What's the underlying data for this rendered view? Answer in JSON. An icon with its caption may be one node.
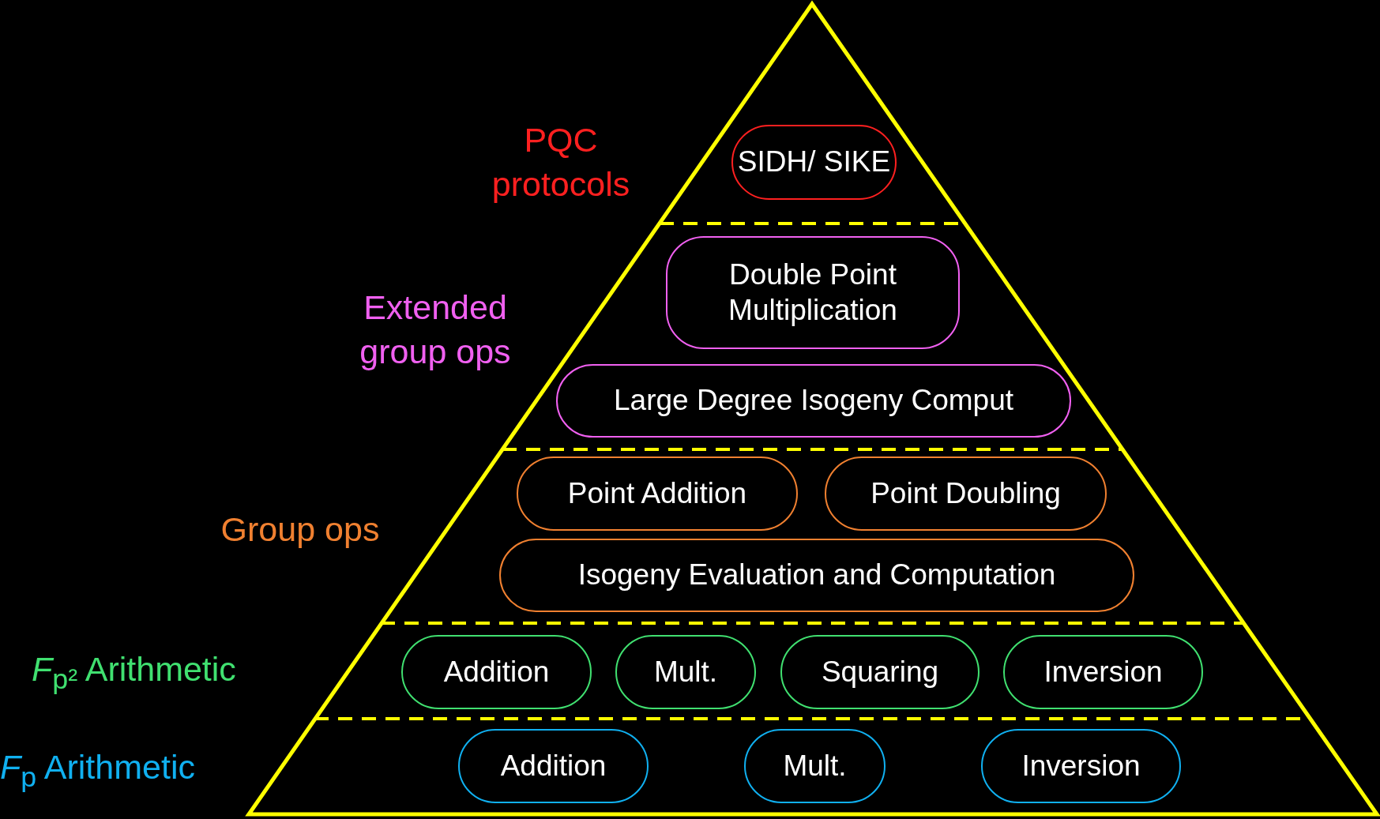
{
  "diagram": {
    "nodes": [
      {
        "text": [
          "SIDH/ SIKE"
        ]
      },
      {
        "text": [
          "Double Point Multiplication"
        ]
      },
      {
        "text": [
          "Large Degree Isogeny Comput"
        ]
      },
      {
        "text": [
          "Point Addition"
        ]
      },
      {
        "text": [
          "Point Doubling"
        ]
      },
      {
        "text": [
          "Isogeny Evaluation and Computation"
        ]
      },
      {
        "text": [
          "Addition"
        ]
      },
      {
        "text": [
          "Mult."
        ]
      },
      {
        "text": [
          "Squaring"
        ]
      },
      {
        "text": [
          "Inversion"
        ]
      },
      {
        "text": [
          "Addition"
        ]
      },
      {
        "text": [
          "Mult."
        ]
      },
      {
        "text": [
          "Inversion"
        ]
      }
    ],
    "labels": [
      "PQC protocols",
      "Extended group ops",
      "Group ops",
      "*F*$_{p²}$ Arithmetic",
      "*F*$_{p}$ Arithmetic"
    ]
  }
}
